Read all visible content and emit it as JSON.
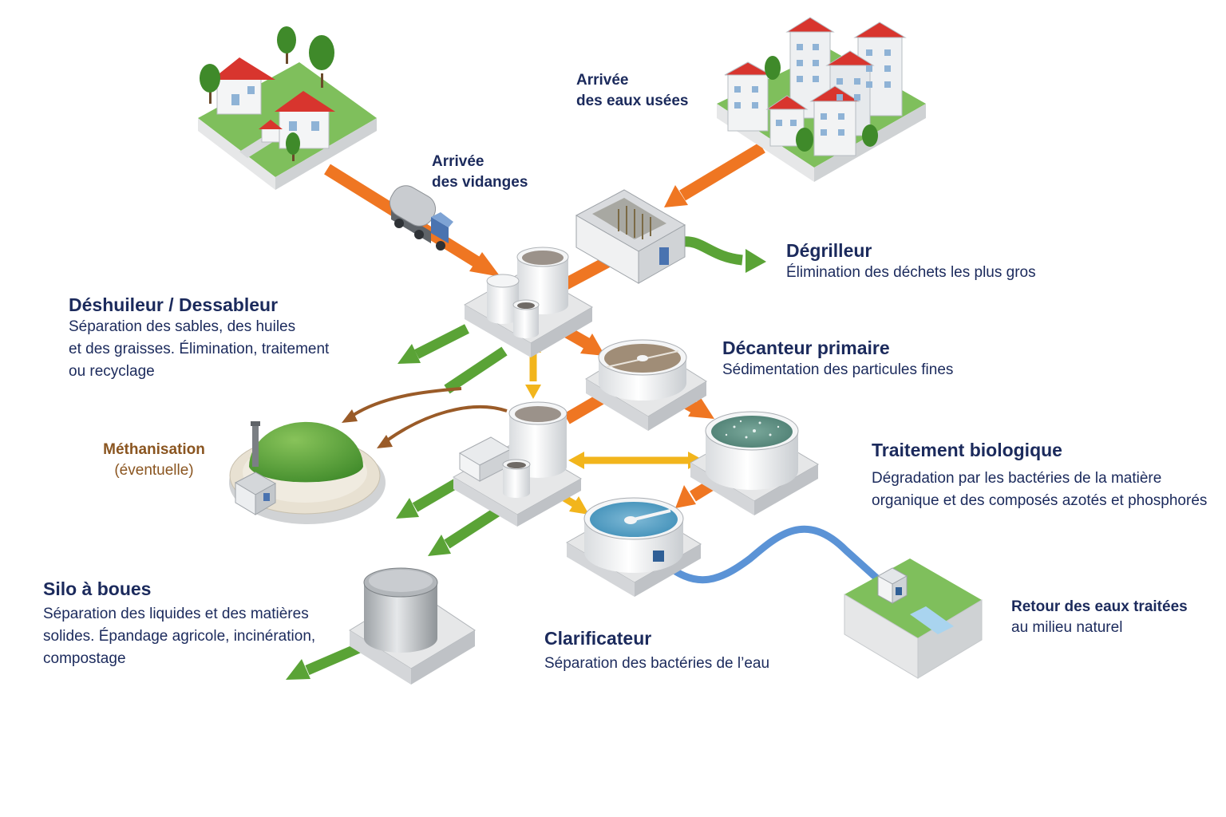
{
  "colors": {
    "text": "#1b2a5c",
    "brown_label": "#8a5520",
    "water_flow": "#ef7622",
    "sludge_flow": "#f2b51c",
    "waste_out": "#5aa336",
    "biogas_flow": "#9a5b28",
    "treated_water": "#5b93d6"
  },
  "inflows": {
    "vidanges": {
      "line1": "Arrivée",
      "line2": "des vidanges"
    },
    "eaux_usees": {
      "line1": "Arrivée",
      "line2": "des eaux usées"
    }
  },
  "steps": {
    "degrilleur": {
      "title": "Dégrilleur",
      "desc1": "Élimination des déchets les plus gros"
    },
    "deshuileur": {
      "title": "Déshuileur / Dessableur",
      "desc1": "Séparation des sables, des huiles",
      "desc2": "et des graisses. Élimination, traitement",
      "desc3": "ou recyclage"
    },
    "decanteur": {
      "title": "Décanteur primaire",
      "desc1": "Sédimentation des particules fines"
    },
    "biologique": {
      "title": "Traitement biologique",
      "desc1": "Dégradation par les bactéries de la matière",
      "desc2": "organique et des composés azotés et phosphorés"
    },
    "methanisation": {
      "title": "Méthanisation",
      "desc1": "(éventuelle)"
    },
    "silo": {
      "title": "Silo à boues",
      "desc1": "Séparation des liquides et des matières",
      "desc2": "solides. Épandage agricole, incinération,",
      "desc3": "compostage"
    },
    "clarificateur": {
      "title": "Clarificateur",
      "desc1": "Séparation des bactéries de l’eau"
    },
    "retour": {
      "line1": "Retour des eaux traitées",
      "line2": "au milieu naturel"
    }
  }
}
